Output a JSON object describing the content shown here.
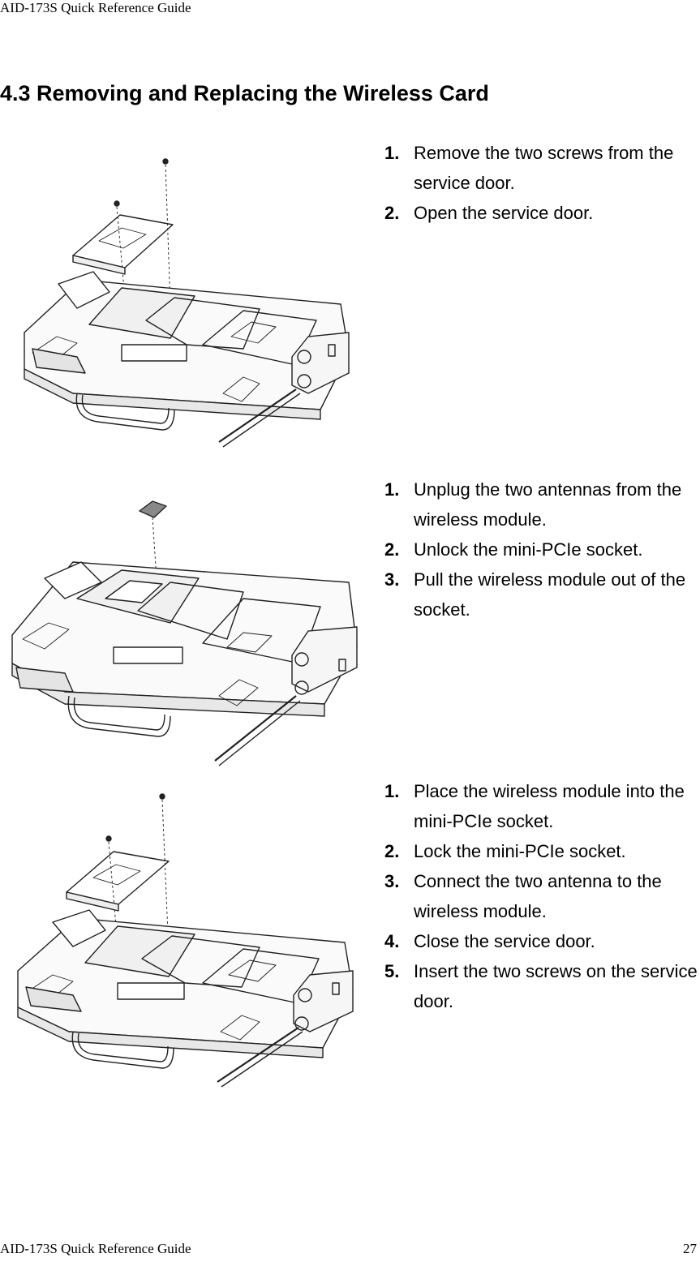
{
  "header": {
    "running_title": "AID-173S Quick Reference Guide"
  },
  "section": {
    "title": "4.3 Removing and Replacing the Wireless Card"
  },
  "blocks": [
    {
      "steps": [
        {
          "num": "1.",
          "text": "Remove the two screws from the service door."
        },
        {
          "num": "2.",
          "text": "Open the service door."
        }
      ]
    },
    {
      "steps": [
        {
          "num": "1.",
          "text": "Unplug the two antennas from the wireless module."
        },
        {
          "num": "2.",
          "text": "Unlock the mini-PCIe socket."
        },
        {
          "num": "3.",
          "text": "Pull the wireless module out of the socket."
        }
      ]
    },
    {
      "steps": [
        {
          "num": "1.",
          "text": "Place the wireless module into the mini-PCIe socket."
        },
        {
          "num": "2.",
          "text": "Lock the mini-PCIe socket."
        },
        {
          "num": "3.",
          "text": "Connect the two antenna to the wireless module."
        },
        {
          "num": "4.",
          "text": "Close the service door."
        },
        {
          "num": "5.",
          "text": "Insert the two screws on the service door."
        }
      ]
    }
  ],
  "footer": {
    "running_title": "AID-173S Quick Reference Guide",
    "page_number": "27"
  }
}
